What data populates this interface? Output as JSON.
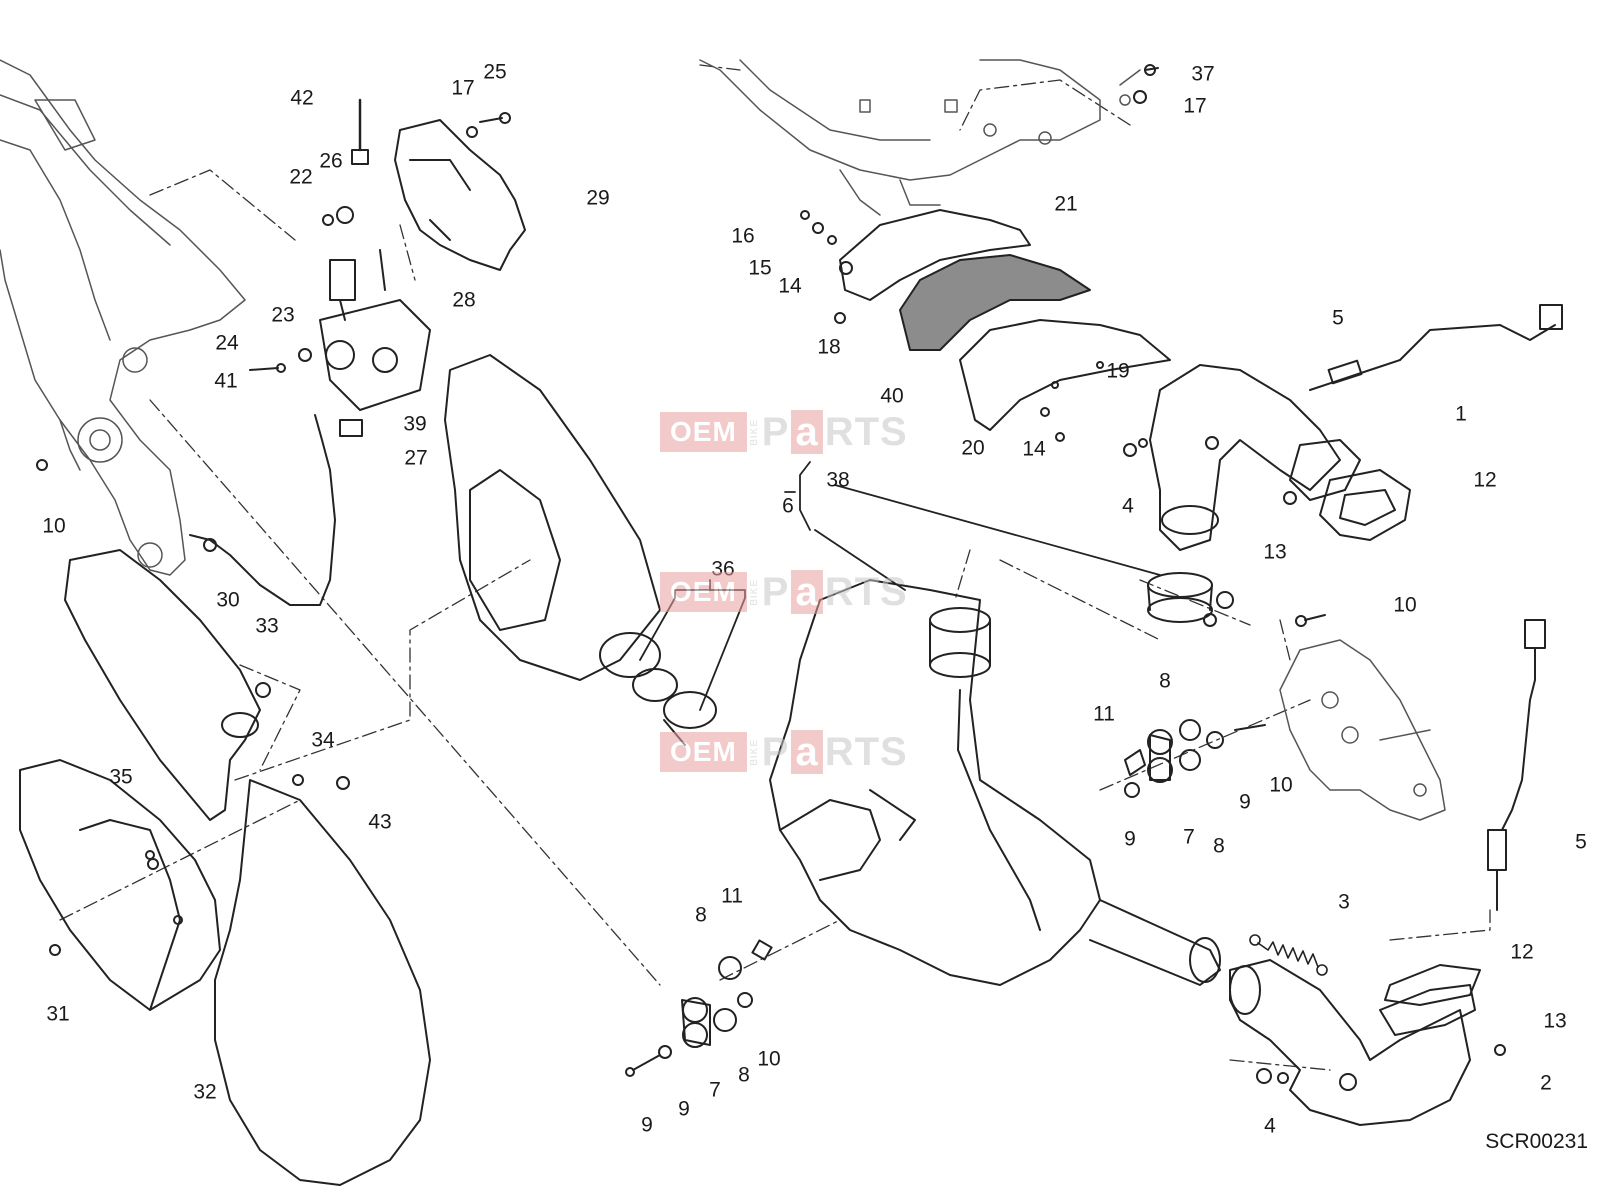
{
  "diagram": {
    "code": "SCR00231",
    "watermark": {
      "prefix": "OEM",
      "side": "BIKE",
      "word_start": "P",
      "word_mid": "a",
      "word_end": "RTS"
    },
    "labels": [
      "42",
      "17",
      "25",
      "22",
      "26",
      "29",
      "28",
      "23",
      "24",
      "41",
      "39",
      "27",
      "10",
      "30",
      "33",
      "34",
      "35",
      "43",
      "31",
      "32",
      "36",
      "38",
      "6",
      "37",
      "17",
      "16",
      "15",
      "14",
      "21",
      "18",
      "40",
      "20",
      "14",
      "19",
      "5",
      "1",
      "4",
      "12",
      "13",
      "10",
      "11",
      "8",
      "7",
      "9",
      "9",
      "8",
      "10",
      "5",
      "3",
      "12",
      "13",
      "2",
      "4",
      "8",
      "11",
      "7",
      "9",
      "8",
      "10",
      "9"
    ]
  }
}
